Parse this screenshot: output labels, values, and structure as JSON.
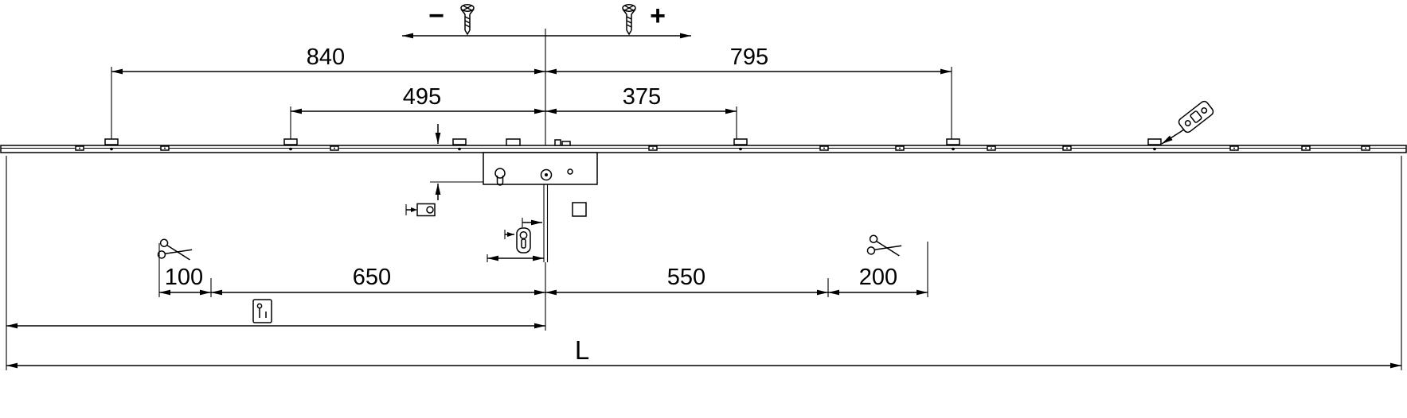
{
  "colors": {
    "background": "#ffffff",
    "line": "#000000"
  },
  "dimensions": {
    "upper_left": "840",
    "upper_right": "795",
    "mid_left": "495",
    "mid_right": "375",
    "cut_left": "100",
    "lower_left": "650",
    "lower_right": "550",
    "cut_right": "200",
    "overall": "L"
  },
  "adjustment": {
    "minus": "−",
    "plus": "+"
  },
  "icons": [
    "adjustment-screw-icon",
    "scissors-cut-icon",
    "spindle-square-icon",
    "euro-cylinder-icon",
    "roller-cam-icon",
    "handle-height-icon",
    "striker-plate-icon",
    "locking-point"
  ]
}
